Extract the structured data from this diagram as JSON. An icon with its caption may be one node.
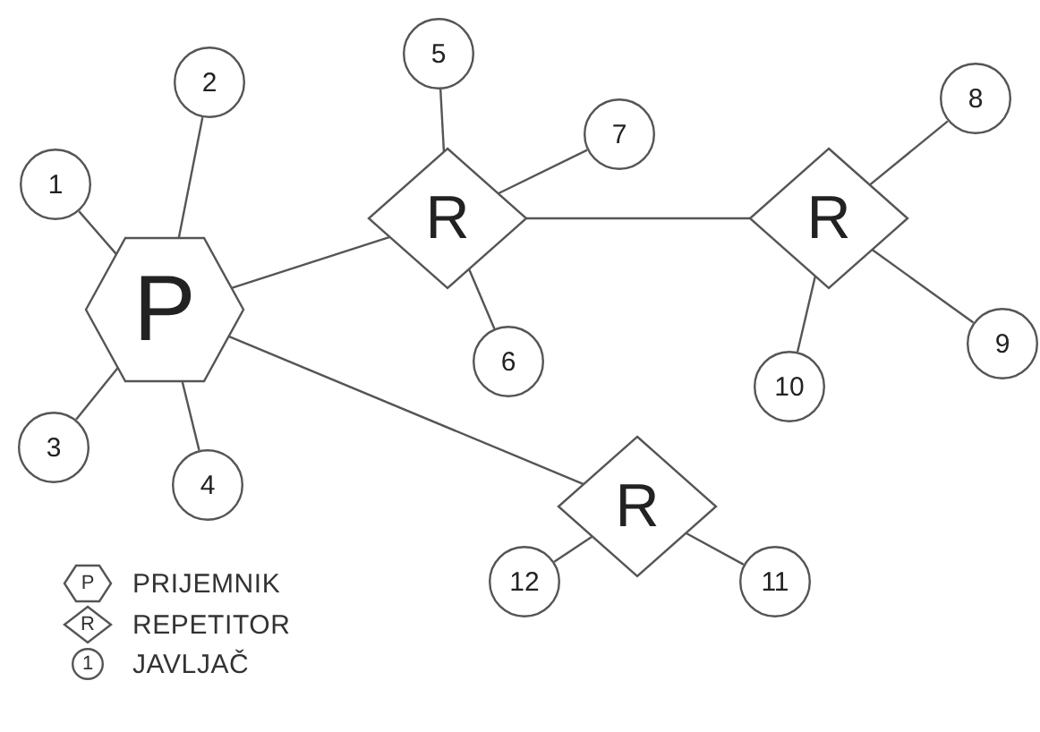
{
  "diagram": {
    "nodes": [
      {
        "text": [
          "P"
        ]
      },
      {
        "text": [
          "R"
        ]
      },
      {
        "text": [
          "R"
        ]
      },
      {
        "text": [
          "R"
        ]
      },
      {
        "text": [
          "1"
        ]
      },
      {
        "text": [
          "2"
        ]
      },
      {
        "text": [
          "3"
        ]
      },
      {
        "text": [
          "4"
        ]
      },
      {
        "text": [
          "5"
        ]
      },
      {
        "text": [
          "6"
        ]
      },
      {
        "text": [
          "7"
        ]
      },
      {
        "text": [
          "8"
        ]
      },
      {
        "text": [
          "9"
        ]
      },
      {
        "text": [
          "10"
        ]
      },
      {
        "text": [
          "11"
        ]
      },
      {
        "text": [
          "12"
        ]
      }
    ],
    "edges": [
      {
        "from": 0,
        "to": 4,
        "arrow": "none"
      },
      {
        "from": 0,
        "to": 5,
        "arrow": "none"
      },
      {
        "from": 0,
        "to": 6,
        "arrow": "none"
      },
      {
        "from": 0,
        "to": 7,
        "arrow": "none"
      },
      {
        "from": 0,
        "to": 1,
        "arrow": "none"
      },
      {
        "from": 0,
        "to": 3,
        "arrow": "none"
      },
      {
        "from": 1,
        "to": 8,
        "arrow": "none"
      },
      {
        "from": 1,
        "to": 9,
        "arrow": "none"
      },
      {
        "from": 1,
        "to": 10,
        "arrow": "none"
      },
      {
        "from": 1,
        "to": 2,
        "arrow": "none"
      },
      {
        "from": 2,
        "to": 11,
        "arrow": "none"
      },
      {
        "from": 2,
        "to": 12,
        "arrow": "none"
      },
      {
        "from": 2,
        "to": 13,
        "arrow": "none"
      },
      {
        "from": 3,
        "to": 14,
        "arrow": "none"
      },
      {
        "from": 3,
        "to": 15,
        "arrow": "none"
      }
    ],
    "labels": [
      "P",
      "R",
      "1"
    ],
    "legend": [
      {
        "text": "PRIJEMNIK"
      },
      {
        "text": "REPETITOR"
      },
      {
        "text": "JAVLJAČ"
      }
    ]
  }
}
